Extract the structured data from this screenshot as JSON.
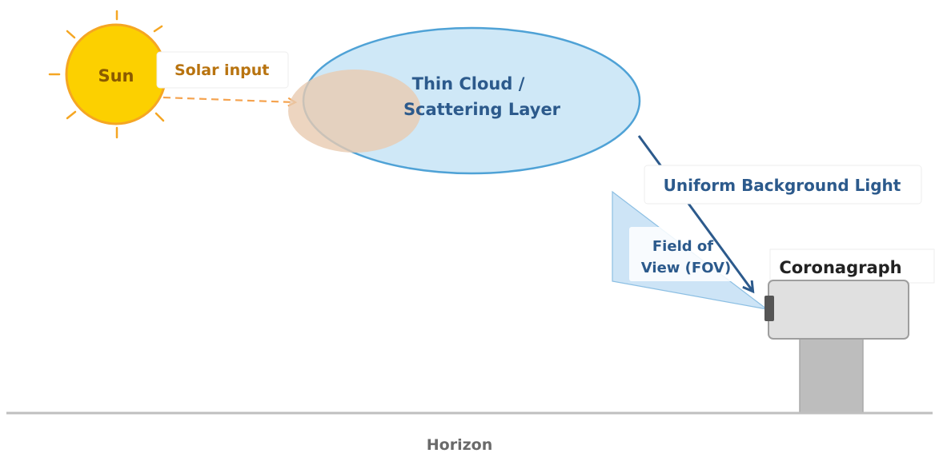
{
  "labels": {
    "sun": "Sun",
    "solar_input": "Solar input",
    "cloud_line1": "Thin Cloud /",
    "cloud_line2": "Scattering Layer",
    "background_light": "Uniform Background Light",
    "fov_line1": "Field of",
    "fov_line2": "View (FOV)",
    "coronagraph": "Coronagraph",
    "horizon": "Horizon"
  },
  "colors": {
    "sun_fill": "#fcd000",
    "sun_stroke": "#f5a623",
    "solar_text": "#b8730f",
    "solar_arrow": "#f5a34f",
    "cloud_fill": "#cfe8f7",
    "cloud_stroke": "#4fa2d6",
    "overlap_fill": "#e8cbb0",
    "blue_text": "#2c5a8c",
    "fov_fill": "#cde4f6",
    "coronagraph_body": "#e0e0e0",
    "coronagraph_stand": "#bdbdbd",
    "horizon_line": "#bfbfbf",
    "horizon_text": "#6a6a6a"
  }
}
